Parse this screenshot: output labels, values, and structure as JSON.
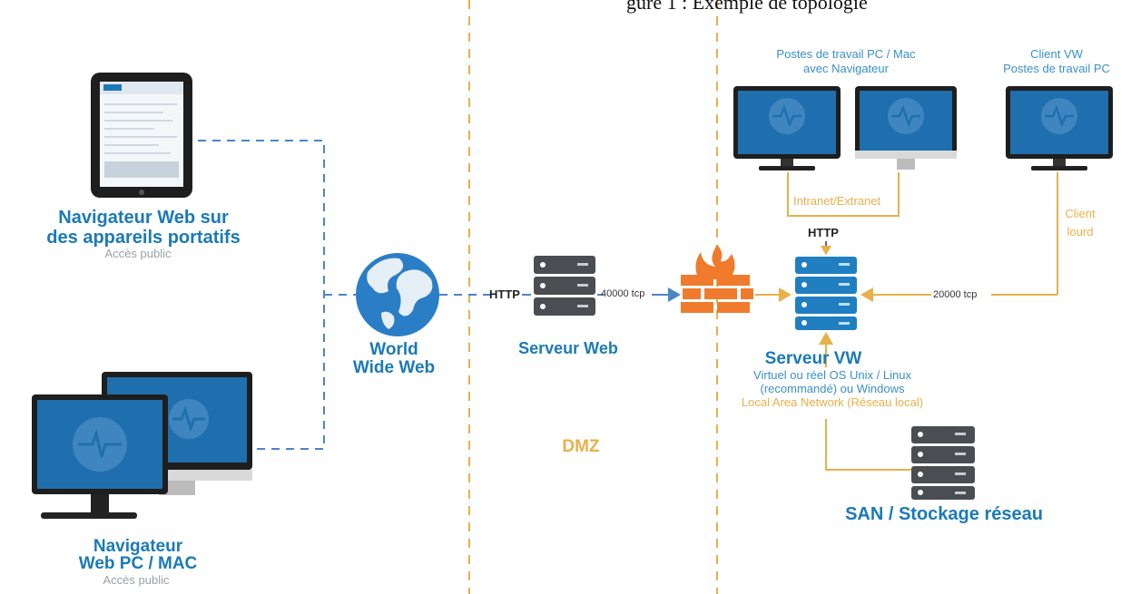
{
  "header": {
    "top_text": "gure 1 : Exemple de topologie"
  },
  "labels": {
    "mobile_title_1": "Navigateur Web sur",
    "mobile_title_2": "des appareils portatifs",
    "mobile_sub": "Accès public",
    "pc_title_1": "Navigateur",
    "pc_title_2": "Web PC / MAC",
    "pc_sub": "Accès public",
    "www_1": "World",
    "www_2": "Wide Web",
    "http_left": "HTTP",
    "web_server": "Serveur Web",
    "tcp_40000": "40000 tcp",
    "dmz": "DMZ",
    "workstations_1": "Postes de travail PC / Mac",
    "workstations_2": "avec Navigateur",
    "client_1": "Client VW",
    "client_2": "Postes de travail PC",
    "intranet": "Intranet/Extranet",
    "http_right": "HTTP",
    "client_lourd_1": "Client",
    "client_lourd_2": "lourd",
    "tcp_20000": "20000 tcp",
    "vw_server": "Serveur VW",
    "vw_sub_1": "Virtuel ou réel OS Unix / Linux",
    "vw_sub_2": "(recommandé) ou Windows",
    "vw_lan": "Local Area Network (Réseau local)",
    "san": "SAN / Stockage réseau"
  },
  "colors": {
    "blue": "#1a7ab8",
    "dashed_blue": "#4a86c6",
    "gold": "#e8b04a",
    "orange": "#f07b2c",
    "server_dark": "#4a4d52",
    "server_blue": "#1f7fc1",
    "screen_blue": "#1f6fae"
  },
  "icons": [
    "tablet-icon",
    "desktop-monitor-icon",
    "globe-icon",
    "server-icon",
    "firewall-icon"
  ]
}
